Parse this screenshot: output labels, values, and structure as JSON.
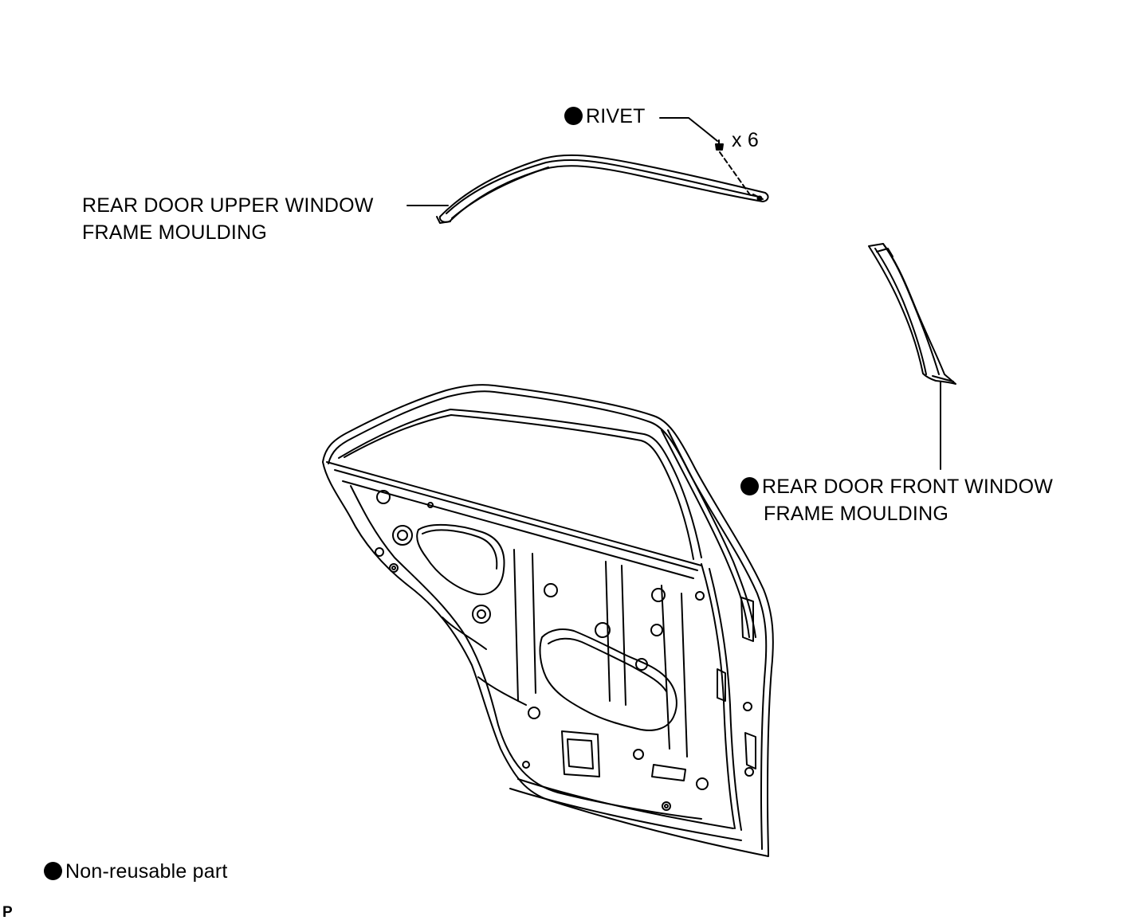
{
  "labels": {
    "rivet": "RIVET",
    "rivet_qty": "x 6",
    "upper_moulding_line1": "REAR DOOR UPPER WINDOW",
    "upper_moulding_line2": "FRAME MOULDING",
    "front_moulding_line1": "REAR DOOR FRONT WINDOW",
    "front_moulding_line2": "FRAME MOULDING"
  },
  "legend": {
    "text": "Non-reusable part",
    "symbol": "filled-circle"
  },
  "corner_mark": "P",
  "colors": {
    "line": "#000000",
    "background": "#ffffff"
  }
}
